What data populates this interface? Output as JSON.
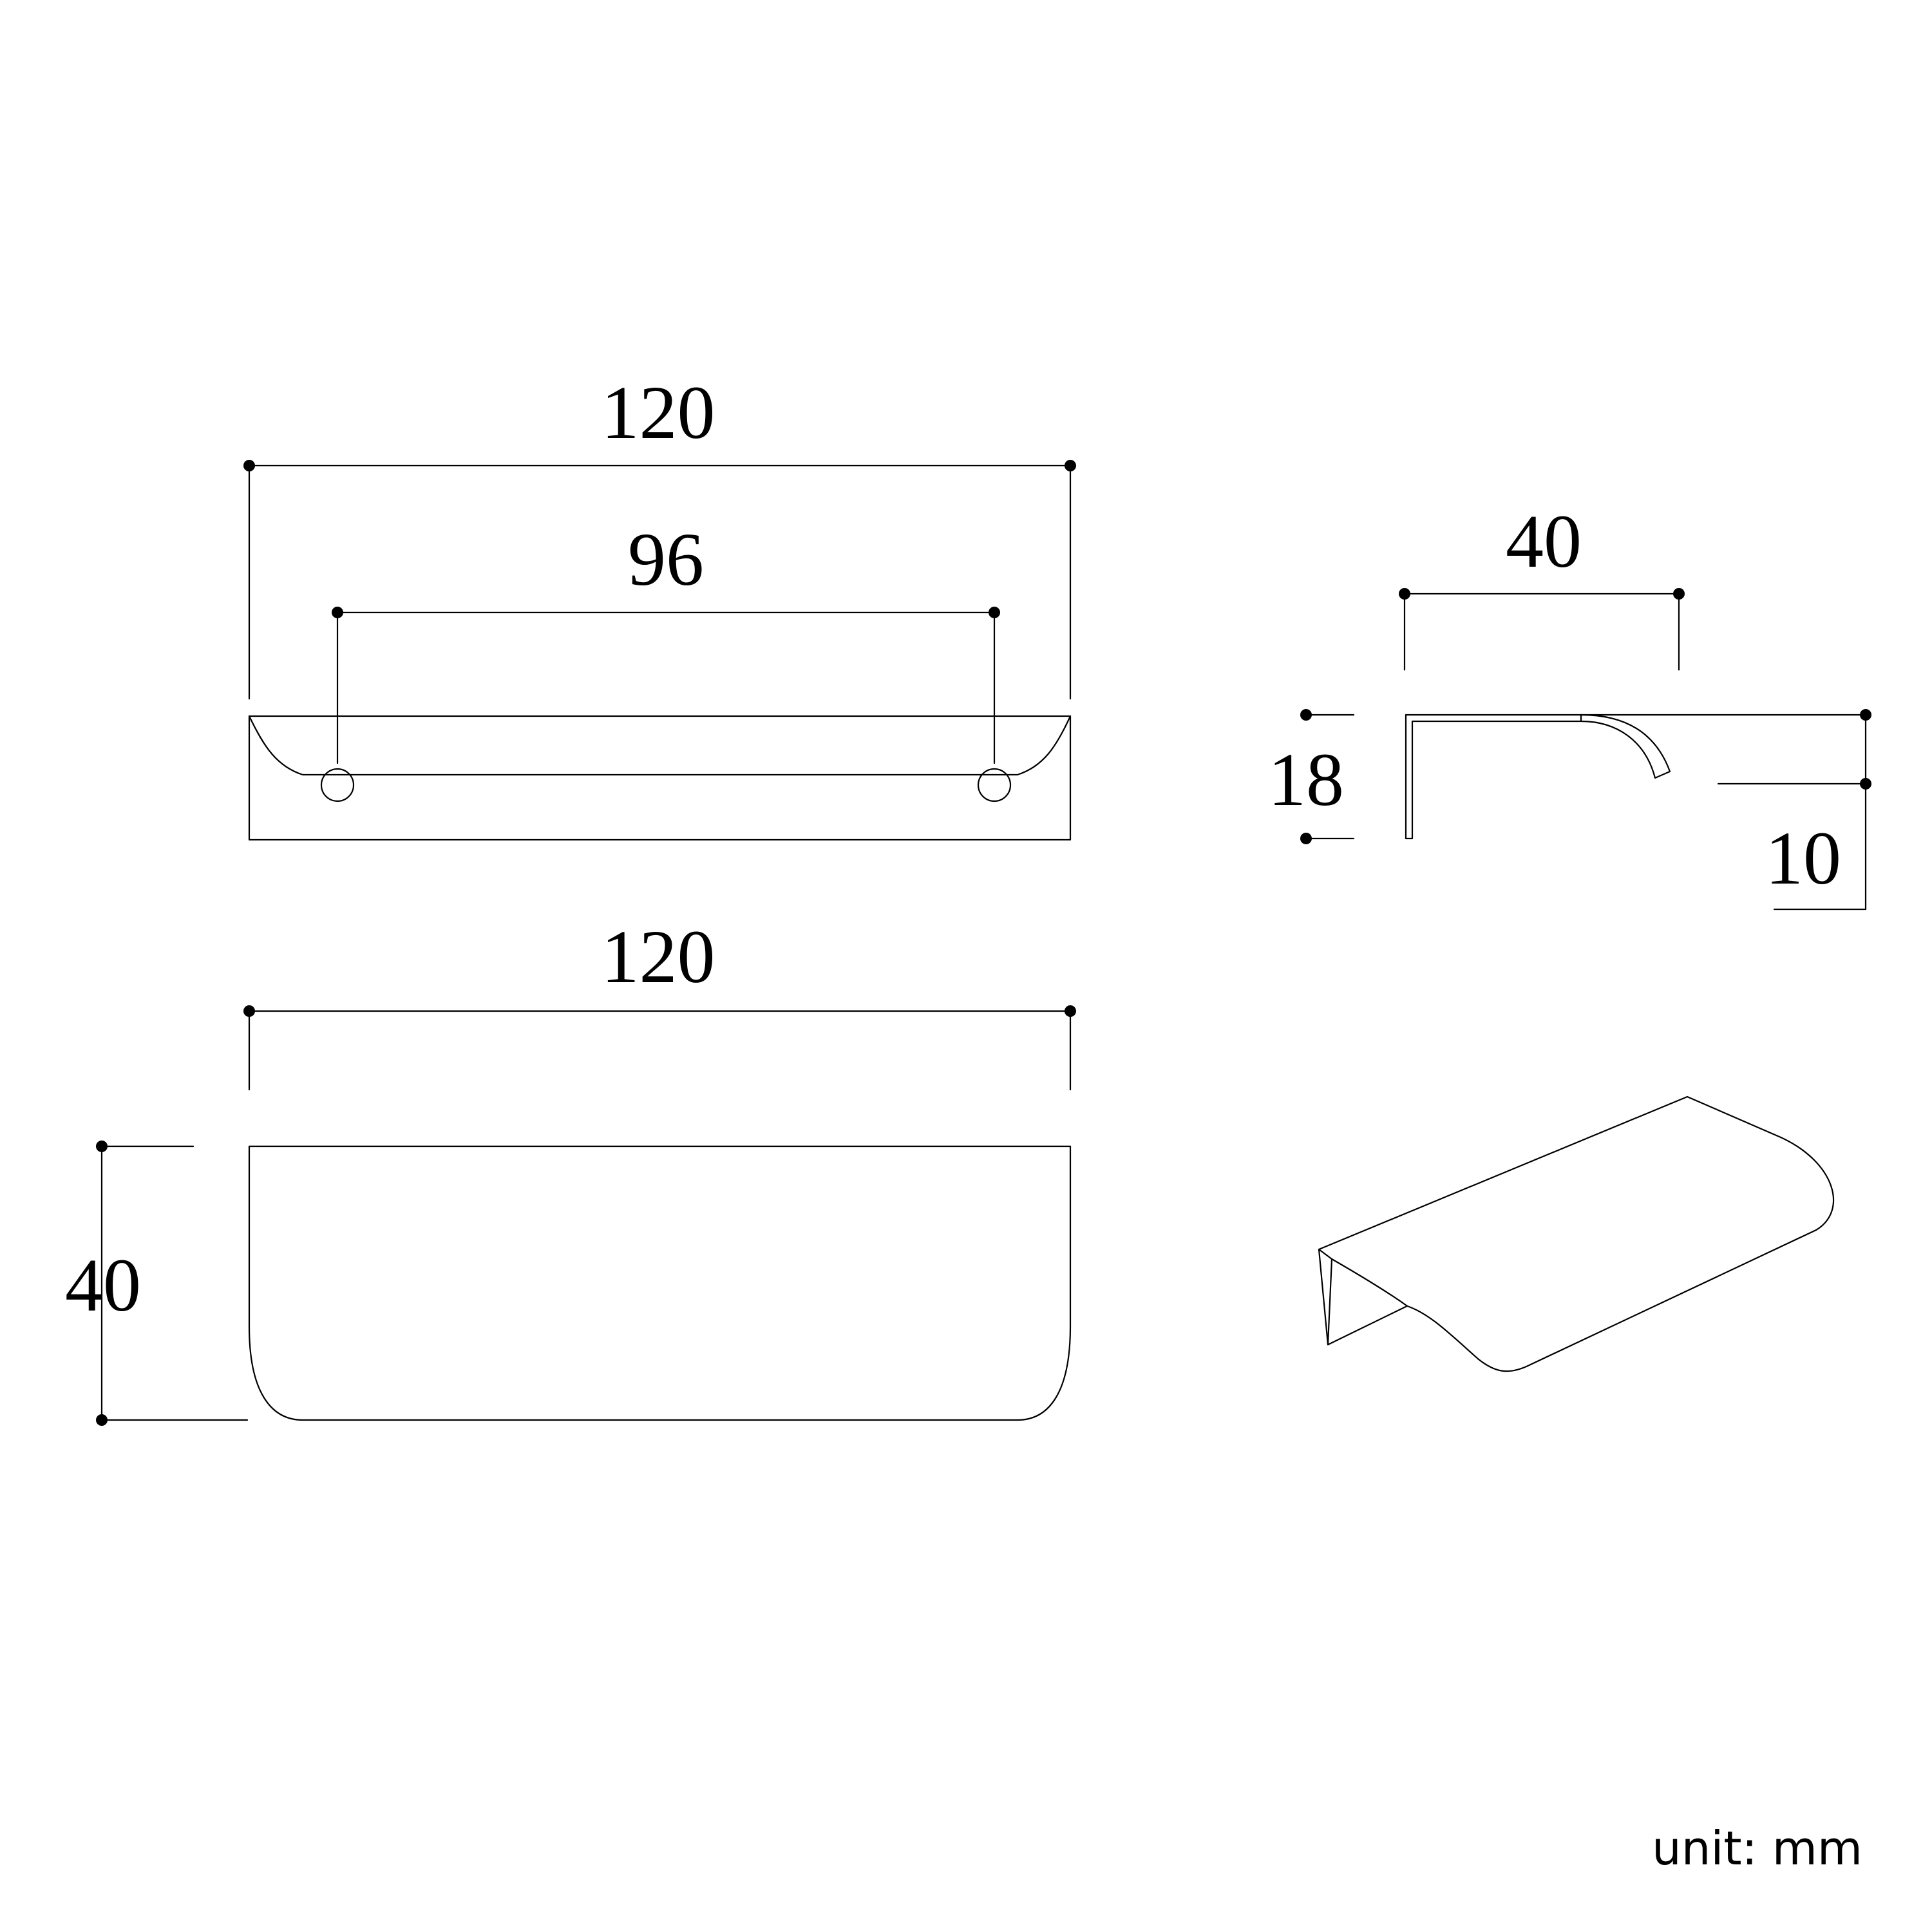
{
  "dimensions": {
    "top_view_length": "120",
    "hole_spacing": "96",
    "side_depth": "40",
    "side_height": "18",
    "lip_height": "10",
    "front_view_length": "120",
    "front_view_height": "40"
  },
  "unit_label": "unit: mm",
  "colors": {
    "line": "#000000",
    "background": "#ffffff"
  }
}
